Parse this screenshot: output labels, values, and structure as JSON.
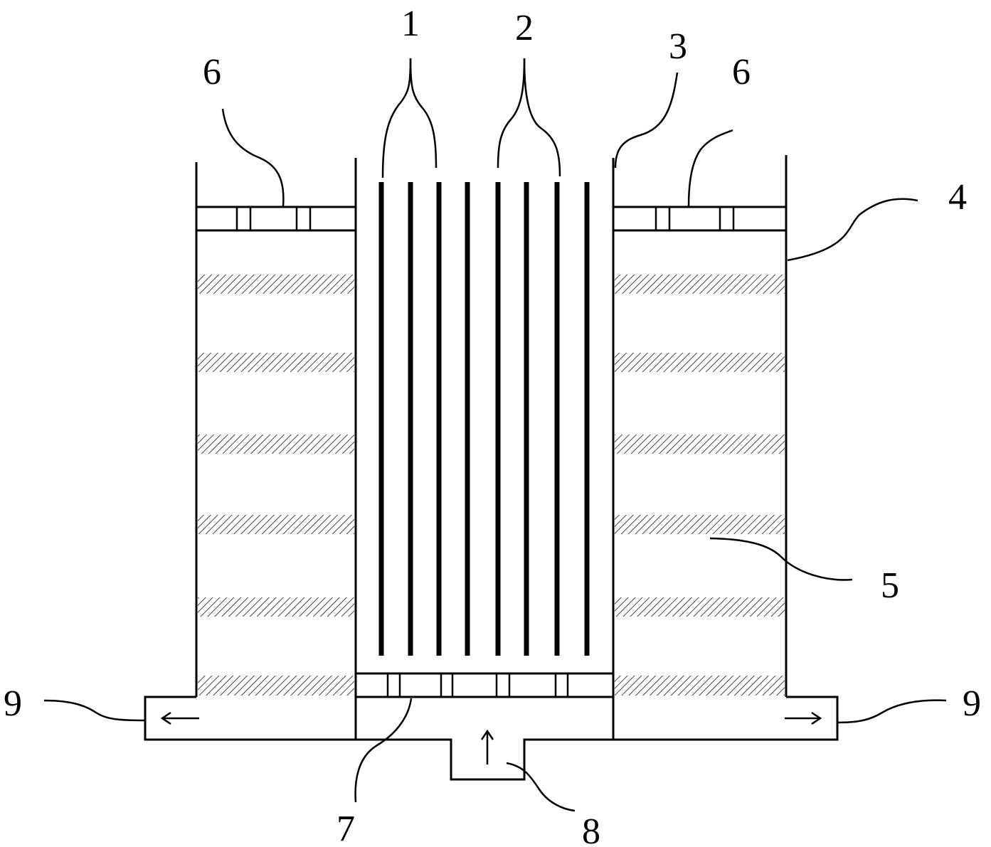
{
  "labels": {
    "l1": "1",
    "l2": "2",
    "l3": "3",
    "l4": "4",
    "l5": "5",
    "l6_left": "6",
    "l6_right": "6",
    "l7": "7",
    "l8": "8",
    "l9_left": "9",
    "l9_right": "9"
  },
  "colors": {
    "line": "#000000",
    "background": "#ffffff"
  }
}
